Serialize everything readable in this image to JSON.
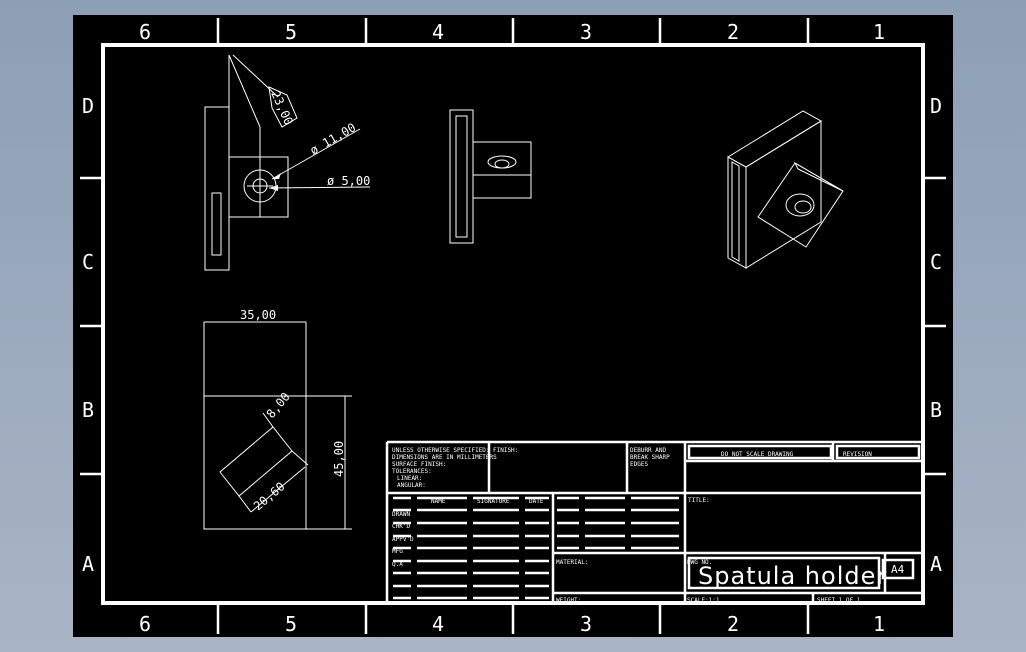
{
  "zones": {
    "columns": [
      "6",
      "5",
      "4",
      "3",
      "2",
      "1"
    ],
    "rows": [
      "D",
      "C",
      "B",
      "A"
    ]
  },
  "dimensions": {
    "d23": "23,00",
    "dia11": "ø 11,00",
    "dia5": "ø 5,00",
    "w35": "35,00",
    "h45": "45,00",
    "s8": "8,00",
    "s20": "20,60"
  },
  "title_block": {
    "notes": [
      "UNLESS OTHERWISE SPECIFIED:",
      "DIMENSIONS ARE IN MILLIMETERS",
      "SURFACE FINISH:",
      "TOLERANCES:",
      "LINEAR:",
      "ANGULAR:"
    ],
    "finish": "FINISH:",
    "deburr": [
      "DEBURR AND",
      "BREAK SHARP",
      "EDGES"
    ],
    "do_not_scale": "DO NOT SCALE DRAWING",
    "revision": "REVISION",
    "title_label": "TITLE:",
    "col_headers": [
      "NAME",
      "SIGNATURE",
      "DATE"
    ],
    "row_labels": [
      "DRAWN",
      "CHK'D",
      "APPV'D",
      "MFG",
      "Q.A"
    ],
    "material": "MATERIAL:",
    "weight": "WEIGHT:",
    "dwg_no": "DWG NO.",
    "drawing_title": "Spatula holder",
    "size": "A4",
    "scale": "SCALE:1:1",
    "sheet": "SHEET 1 OF 1"
  }
}
